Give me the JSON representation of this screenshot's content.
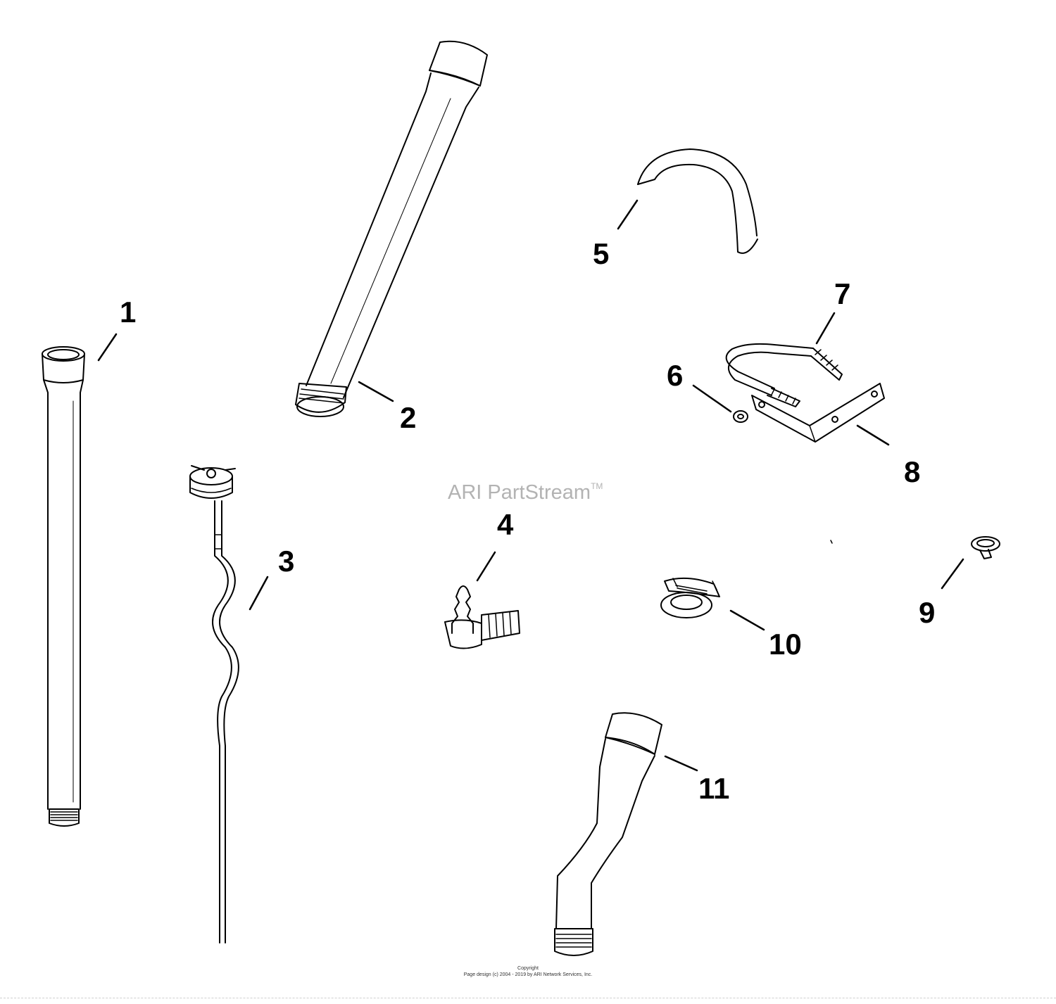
{
  "diagram": {
    "callouts": [
      "1",
      "2",
      "3",
      "4",
      "5",
      "6",
      "7",
      "8",
      "9",
      "10",
      "11"
    ],
    "parts": [
      "straight-pipe-1",
      "straight-pipe-2",
      "dipstick",
      "elbow-fitting",
      "curved-hose",
      "nut",
      "u-bolt",
      "bracket",
      "lock-washer",
      "hose-clamp",
      "bent-pipe"
    ],
    "line_color": "#000000",
    "watermark": {
      "text": "ARI PartStream",
      "mark": "TM"
    }
  },
  "footer": {
    "line1": "Copyright",
    "line2": "Page design (c) 2004 - 2019 by ARI Network Services, Inc."
  }
}
